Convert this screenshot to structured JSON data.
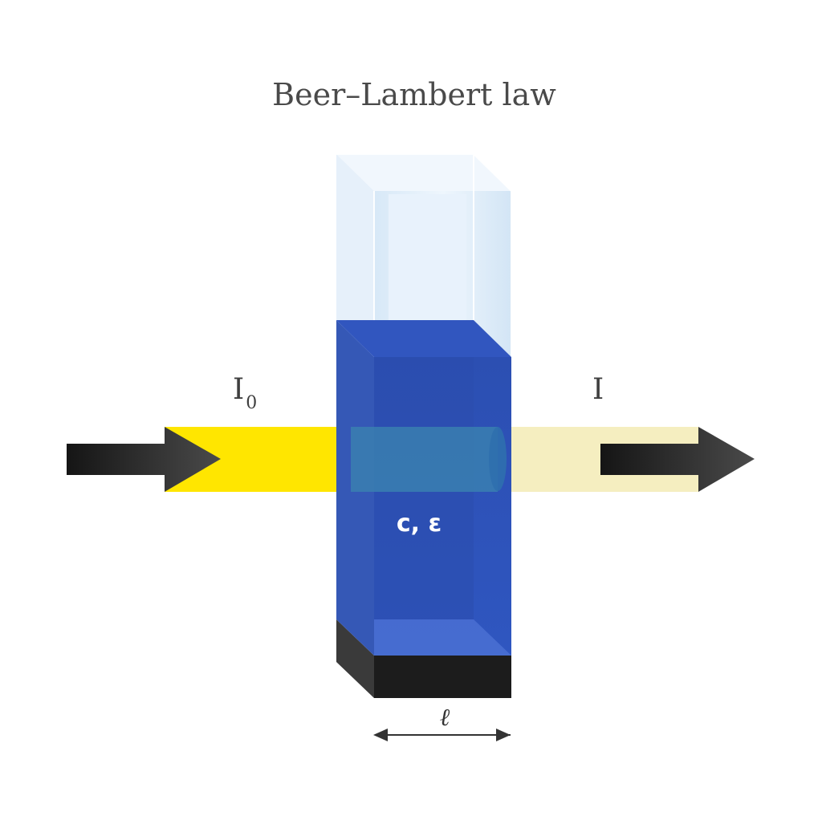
{
  "title": "Beer–Lambert law",
  "incident_intensity": {
    "symbol": "I",
    "subscript": "0"
  },
  "transmitted_intensity": {
    "symbol": "I"
  },
  "cuvette": {
    "label": "c, ε"
  },
  "path_length": {
    "label": "ℓ"
  },
  "colors": {
    "incident_beam": "#ffe600",
    "transmitted_beam": "#f5eec0",
    "solution": "#2f52b8",
    "glass": "#e2effa",
    "base": "#1c1c1c",
    "arrow": "#2a2a2a",
    "text": "#4a4a4a"
  }
}
